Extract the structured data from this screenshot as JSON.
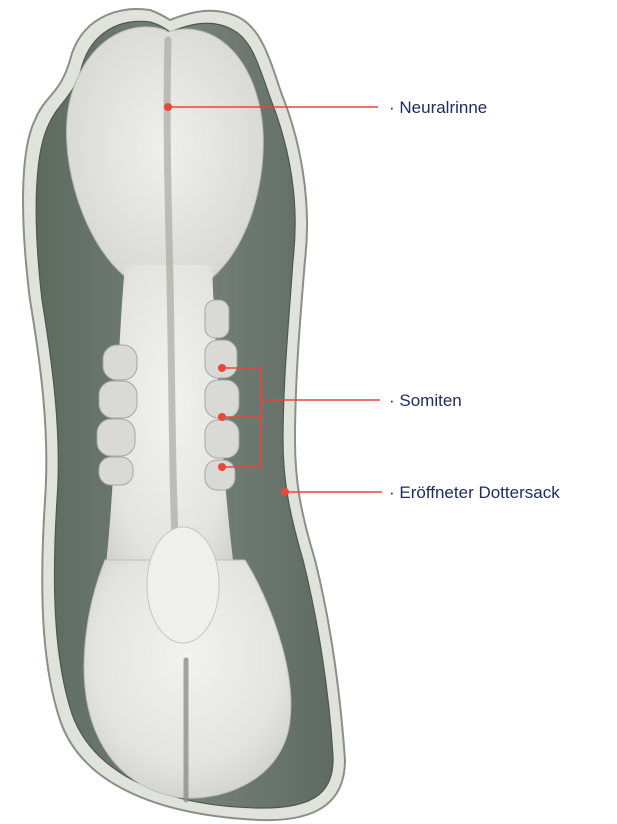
{
  "labels": {
    "neural_groove": "· Neuralrinne",
    "somites": "· Somiten",
    "yolk_sac": "· Eröffneter Dottersack"
  },
  "colors": {
    "leader_line": "#e8473a",
    "label_text": "#1e2a5a",
    "yolk_sac_fill": "#6f7a70",
    "embryo_fill": "#e6e6e2"
  }
}
